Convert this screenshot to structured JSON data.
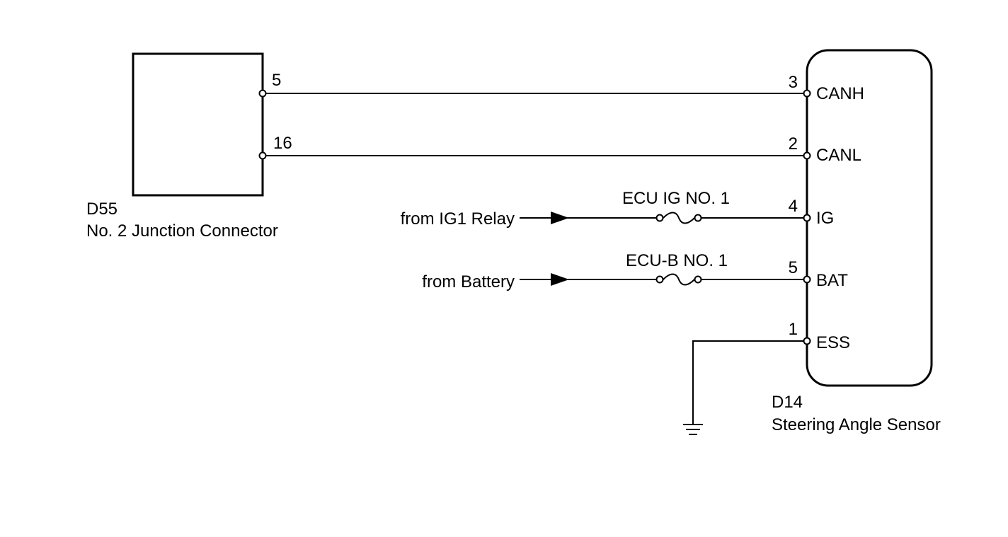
{
  "junction_connector": {
    "code": "D55",
    "name": "No. 2 Junction Connector",
    "pins": {
      "canh": "5",
      "canl": "16"
    }
  },
  "sensor": {
    "code": "D14",
    "name": "Steering Angle Sensor",
    "pins": [
      {
        "number": "3",
        "label": "CANH"
      },
      {
        "number": "2",
        "label": "CANL"
      },
      {
        "number": "4",
        "label": "IG"
      },
      {
        "number": "5",
        "label": "BAT"
      },
      {
        "number": "1",
        "label": "ESS"
      }
    ]
  },
  "sources": {
    "ig1_relay": "from IG1 Relay",
    "battery": "from Battery"
  },
  "fuses": {
    "ecu_ig": "ECU IG NO. 1",
    "ecu_b": "ECU-B NO. 1"
  }
}
